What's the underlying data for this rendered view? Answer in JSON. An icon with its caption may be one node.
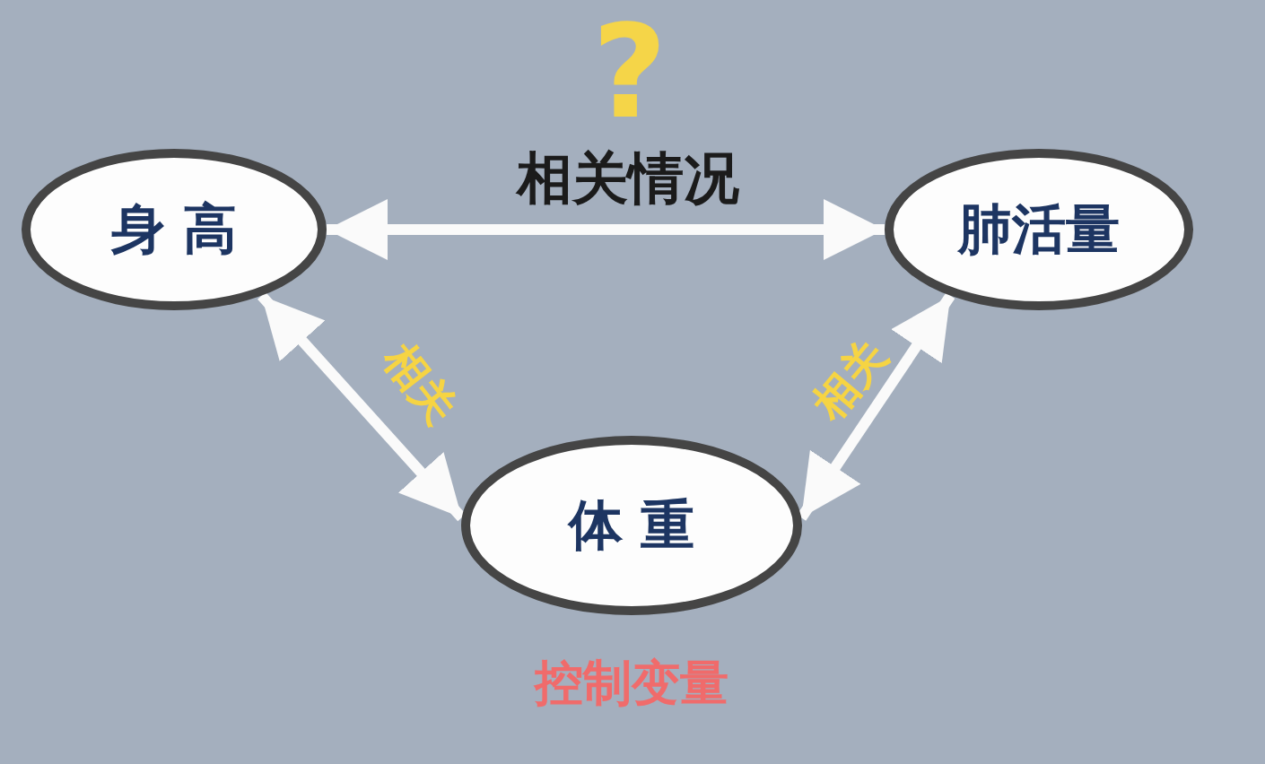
{
  "diagram": {
    "nodes": [
      {
        "text": [
          "身 高"
        ]
      },
      {
        "text": [
          "肺活量"
        ]
      },
      {
        "text": [
          "体 重"
        ],
        "beside": [
          "控制变量"
        ]
      }
    ],
    "edges": [
      {
        "from": 0,
        "to": 1,
        "arrow": "both",
        "label": "相关情况"
      },
      {
        "from": 0,
        "to": 2,
        "arrow": "both",
        "label": "相关"
      },
      {
        "from": 1,
        "to": 2,
        "arrow": "both",
        "label": "相关"
      }
    ],
    "labels": [
      "?"
    ]
  }
}
